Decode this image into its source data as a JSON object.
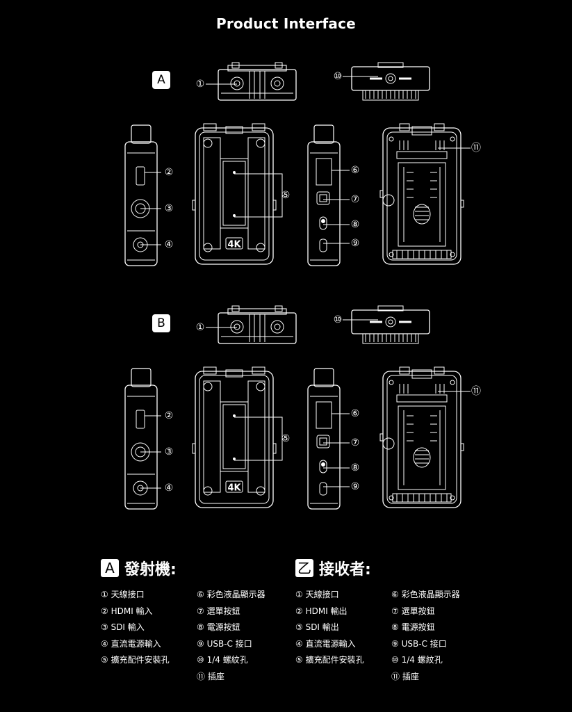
{
  "title": "Product Interface",
  "variants": [
    "A",
    "B"
  ],
  "callouts": [
    "①",
    "②",
    "③",
    "④",
    "⑤",
    "⑥",
    "⑦",
    "⑧",
    "⑨",
    "⑩",
    "⑪"
  ],
  "device_label": "4K",
  "legend": {
    "transmitter": {
      "badge": "A",
      "heading": "發射機:",
      "col1": [
        "① 天線接口",
        "② HDMI 輸入",
        "③ SDI 輸入",
        "④ 直流電源輸入",
        "⑤ 擴充配件安裝孔"
      ],
      "col2": [
        "⑥ 彩色液晶顯示器",
        "⑦ 選單按鈕",
        "⑧ 電源按鈕",
        "⑨ USB-C 接口",
        "⑩ 1/4 螺紋孔",
        "⑪ 插座"
      ]
    },
    "receiver": {
      "badge": "乙",
      "heading": "接收者:",
      "col1": [
        "① 天線接口",
        "② HDMI 輸出",
        "③ SDI 輸出",
        "④ 直流電源輸入",
        "⑤ 擴充配件安裝孔"
      ],
      "col2": [
        "⑥ 彩色液晶顯示器",
        "⑦ 選單按鈕",
        "⑧ 電源按鈕",
        "⑨ USB-C 接口",
        "⑩ 1/4 螺紋孔",
        "⑪ 插座"
      ]
    }
  }
}
